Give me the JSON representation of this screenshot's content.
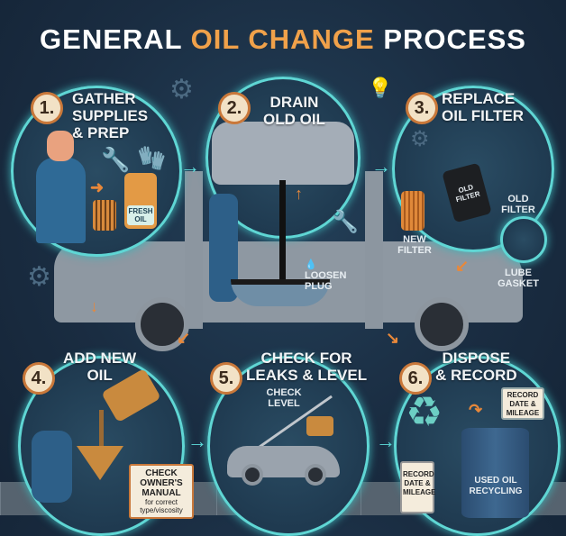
{
  "title": {
    "part1": "GENERAL ",
    "part2": "OIL CHANGE",
    "part3": " PROCESS"
  },
  "colors": {
    "accent": "#f0a14a",
    "ring": "#5fd6d4",
    "background": "#1a2d42"
  },
  "steps": [
    {
      "number": "1.",
      "line1": "GATHER",
      "line2": "SUPPLIES",
      "line3": "& PREP",
      "labels": {
        "oil_jug": "FRESH OIL"
      }
    },
    {
      "number": "2.",
      "line1": "DRAIN",
      "line2": "OLD OIL",
      "labels": {
        "plug": "LOOSEN PLUG"
      }
    },
    {
      "number": "3.",
      "line1": "REPLACE",
      "line2": "OIL FILTER",
      "labels": {
        "old_filter": "OLD FILTER",
        "old_filter_can": "OLD FILTER",
        "new_filter": "NEW FILTER",
        "gasket": "LUBE GASKET"
      }
    },
    {
      "number": "4.",
      "line1": "ADD NEW",
      "line2": "OIL",
      "labels": {
        "note_title": "CHECK OWNER'S MANUAL",
        "note_sub": "for correct type/viscosity"
      }
    },
    {
      "number": "5.",
      "line1": "CHECK FOR",
      "line2": "LEAKS & LEVEL",
      "labels": {
        "level": "CHECK LEVEL"
      }
    },
    {
      "number": "6.",
      "line1": "DISPOSE",
      "line2": "& RECORD",
      "labels": {
        "note": "RECORD DATE & MILEAGE",
        "notepad": "RECORD DATE & MILEAGE",
        "drum": "USED OIL RECYCLING"
      }
    }
  ]
}
